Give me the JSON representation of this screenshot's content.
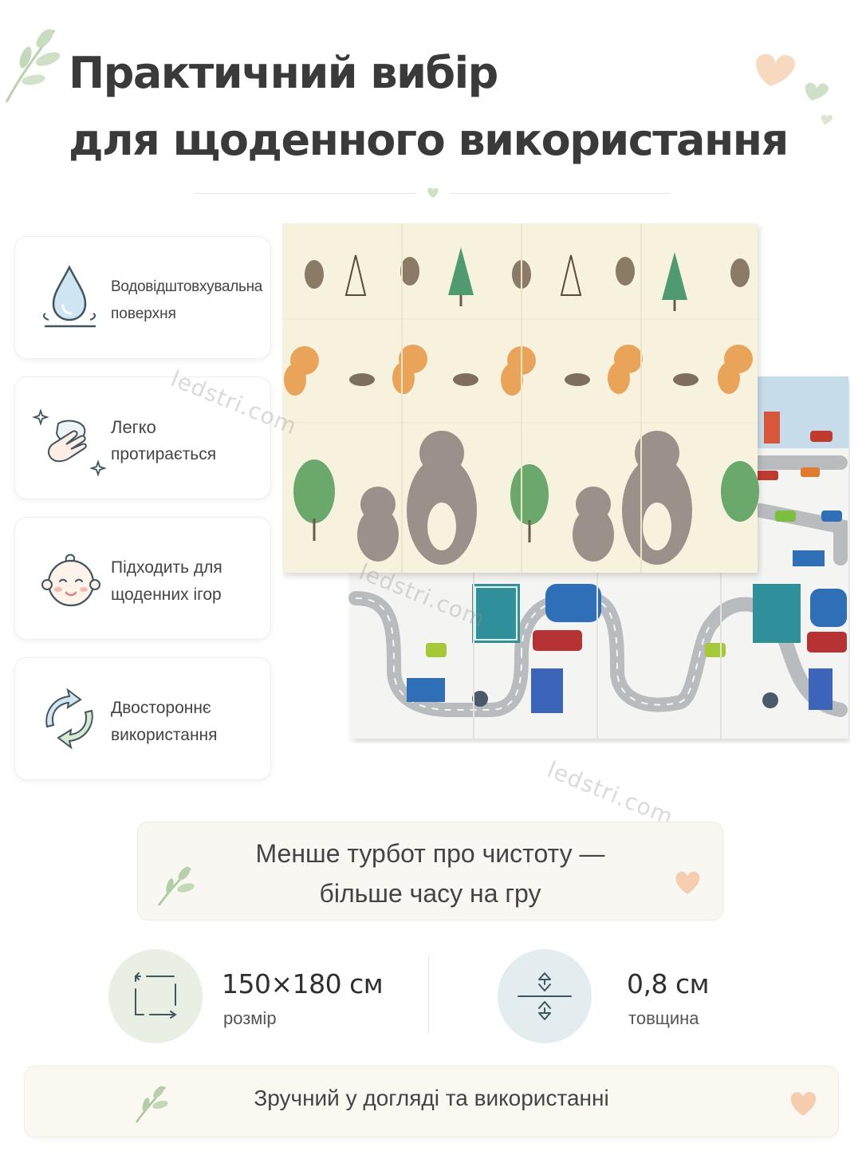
{
  "title": {
    "line1": "Практичний вибір",
    "line2": "для щоденного використання"
  },
  "features": [
    {
      "icon": "water-drop-icon",
      "line1": "Водовідштовхувальна",
      "line2": "поверхня"
    },
    {
      "icon": "wiping-hand-icon",
      "line1": "Легко",
      "line2": "протирається"
    },
    {
      "icon": "baby-face-icon",
      "line1": "Підходить для",
      "line2": "щоденних ігор"
    },
    {
      "icon": "reversible-arrows-icon",
      "line1": "Двостороннє",
      "line2": "використання"
    }
  ],
  "watermark": "ledstri.com",
  "tagline": {
    "line1": "Менше турбот про чистоту —",
    "line2": "більше часу на гру"
  },
  "specs": [
    {
      "icon": "size-frame-icon",
      "value": "150×180 см",
      "label": "розмір"
    },
    {
      "icon": "thickness-icon",
      "value": "0,8 см",
      "label": "товщина"
    }
  ],
  "bottom_text": "Зручний у догляді та використанні",
  "colors": {
    "sage": "#a9c69c",
    "heart_peach": "#f3c9a6",
    "spec_green_bg": "#e9efe3",
    "spec_blue_bg": "#e3ecee"
  }
}
